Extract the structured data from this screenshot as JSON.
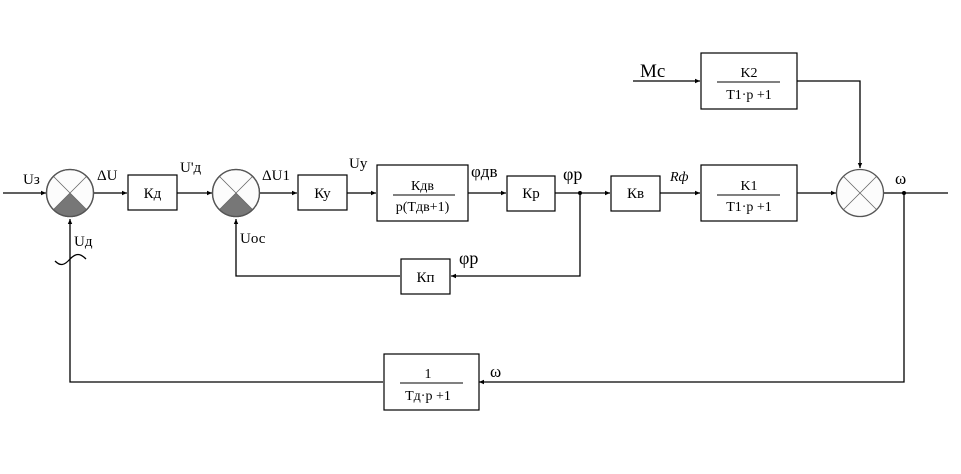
{
  "diagram": {
    "type": "control-system-block-diagram",
    "blocks": {
      "kd": {
        "label": "Кд"
      },
      "ky": {
        "label": "Ку"
      },
      "motor": {
        "num": "Кдв",
        "den": "p(Tдв+1)"
      },
      "kp": {
        "label": "Кр"
      },
      "kv": {
        "label": "Кв"
      },
      "k1": {
        "num": "K1",
        "den": "T1·p  +1"
      },
      "k2": {
        "num": "K2",
        "den": "T1·p  +1"
      },
      "kpi": {
        "label": "Кп"
      },
      "tach": {
        "num": "1",
        "den": "Tд·p  +1"
      }
    },
    "signals": {
      "u_set": "Uз",
      "delta_u": "ΔU",
      "u_d_prime": "U'д",
      "delta_u1": "ΔU1",
      "u_y": "Uу",
      "phi_dv": "φдв",
      "phi_p": "φр",
      "phi_p_fb": "φр",
      "r_phi": "Rф",
      "m_c": "Мс",
      "omega_out": "ω",
      "omega_fb": "ω",
      "u_d": "Uд",
      "u_oc": "Uос"
    },
    "summing_junctions": [
      {
        "name": "sum-1",
        "negative_input": true
      },
      {
        "name": "sum-2",
        "negative_input": true
      },
      {
        "name": "sum-3",
        "negative_input": false
      }
    ]
  }
}
